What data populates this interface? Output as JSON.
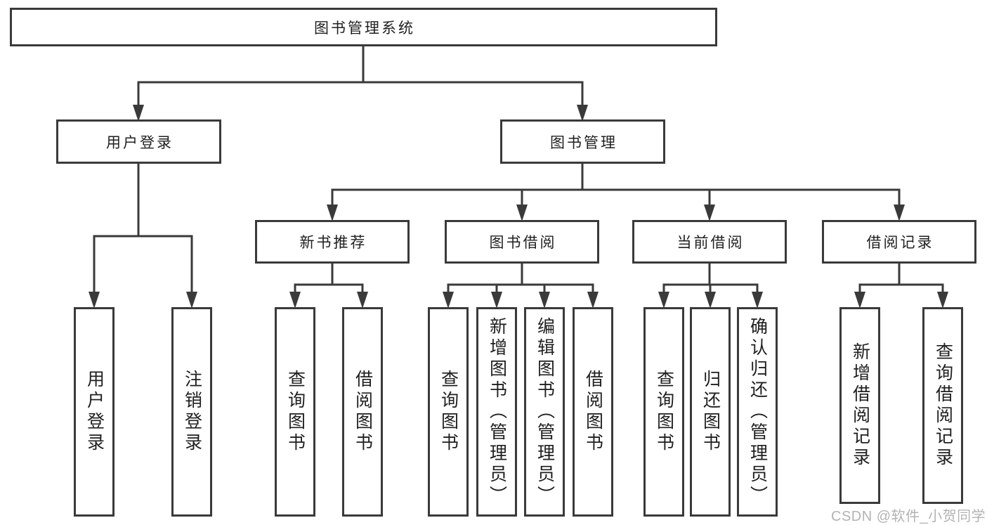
{
  "diagram": {
    "type": "tree",
    "line_color": "#3a3a3a",
    "box_border_color": "#3a3a3a",
    "text_color": "#1f1f1f",
    "background": "#ffffff",
    "nodes": {
      "root": {
        "label": "图书管理系统"
      },
      "user_login": {
        "label": "用户登录"
      },
      "book_management": {
        "label": "图书管理"
      },
      "new_book_recommend": {
        "label": "新书推荐"
      },
      "book_borrow": {
        "label": "图书借阅"
      },
      "current_borrow": {
        "label": "当前借阅"
      },
      "borrow_records": {
        "label": "借阅记录"
      },
      "leaf_user_login": {
        "label": "用户登录"
      },
      "leaf_logout": {
        "label": "注销登录"
      },
      "leaf_rec_query_book": {
        "label": "查询图书"
      },
      "leaf_rec_borrow_book": {
        "label": "借阅图书"
      },
      "leaf_bb_query_book": {
        "label": "查询图书"
      },
      "leaf_bb_add_book": {
        "label": "新增图书（管理员）"
      },
      "leaf_bb_edit_book": {
        "label": "编辑图书（管理员）"
      },
      "leaf_bb_borrow_book": {
        "label": "借阅图书"
      },
      "leaf_cb_query_book": {
        "label": "查询图书"
      },
      "leaf_cb_return_book": {
        "label": "归还图书"
      },
      "leaf_cb_confirm_return": {
        "label": "确认归还（管理员）"
      },
      "leaf_br_add_record": {
        "label": "新增借阅记录"
      },
      "leaf_br_query_record": {
        "label": "查询借阅记录"
      }
    },
    "hierarchy": {
      "图书管理系统": {
        "用户登录": [
          "用户登录",
          "注销登录"
        ],
        "图书管理": {
          "新书推荐": [
            "查询图书",
            "借阅图书"
          ],
          "图书借阅": [
            "查询图书",
            "新增图书（管理员）",
            "编辑图书（管理员）",
            "借阅图书"
          ],
          "当前借阅": [
            "查询图书",
            "归还图书",
            "确认归还（管理员）"
          ],
          "借阅记录": [
            "新增借阅记录",
            "查询借阅记录"
          ]
        }
      }
    }
  },
  "watermark": {
    "text": "CSDN @软件_小贺同学",
    "color": "#b3b3b3"
  }
}
